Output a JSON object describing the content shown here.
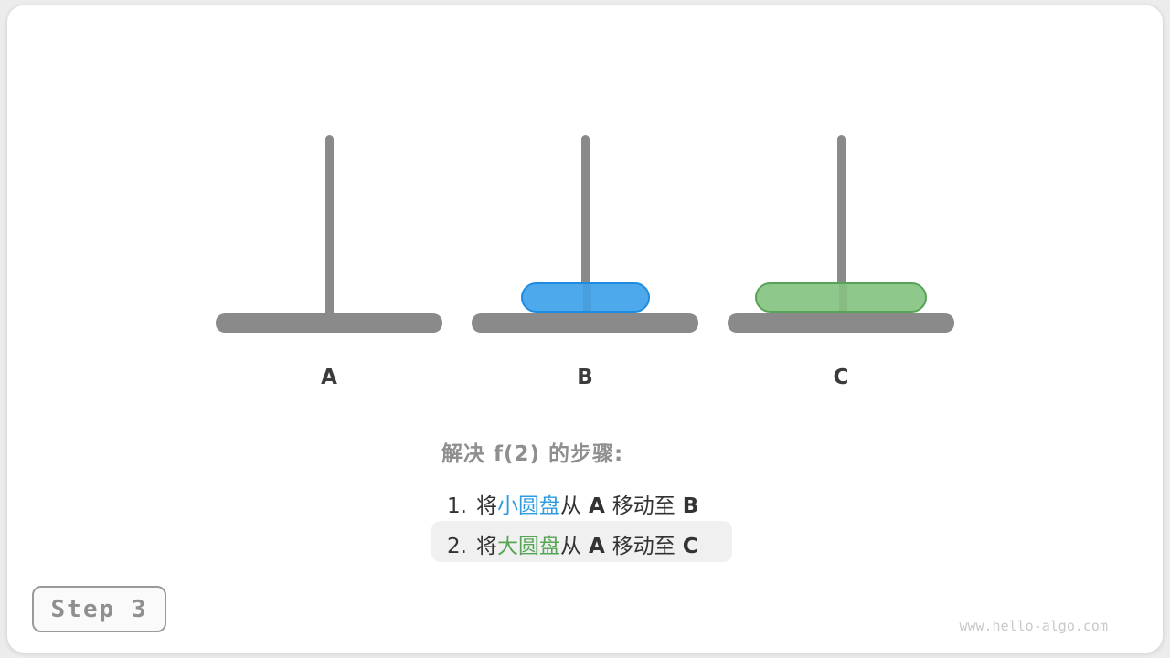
{
  "palette": {
    "page_bg": "#ececec",
    "card_bg": "#ffffff",
    "peg_gray": "#8a8a8a",
    "label_dark": "#3b3b3b",
    "title_gray": "#8f8f8f",
    "step_text": "#333333",
    "highlight_bg": "#f0f0f0",
    "small_disk_fill": "#4da9ec",
    "small_disk_border": "#1d8ce0",
    "small_disk_text": "#2f9be0",
    "large_disk_fill": "#8fc88b",
    "large_disk_border": "#56a256",
    "large_disk_text": "#57a457",
    "badge_border": "#9a9a9a",
    "badge_bg": "#fafafa",
    "badge_text": "#8f8f8f",
    "watermark_gray": "#c9c9c9"
  },
  "towers": {
    "pegs": [
      {
        "label": "A",
        "disks": []
      },
      {
        "label": "B",
        "disks": [
          "small"
        ]
      },
      {
        "label": "C",
        "disks": [
          "large"
        ]
      }
    ]
  },
  "steps": {
    "title": "解决 f(2) 的步骤:",
    "items": [
      {
        "num": "1.",
        "verb": "将",
        "disk": "小圆盘",
        "from_word": "从",
        "src": "A",
        "move_word": "移动至",
        "dst": "B",
        "highlighted": false
      },
      {
        "num": "2.",
        "verb": "将",
        "disk": "大圆盘",
        "from_word": "从",
        "src": "A",
        "move_word": "移动至",
        "dst": "C",
        "highlighted": true
      }
    ]
  },
  "footer": {
    "step_badge": "Step 3",
    "watermark": "www.hello-algo.com"
  }
}
